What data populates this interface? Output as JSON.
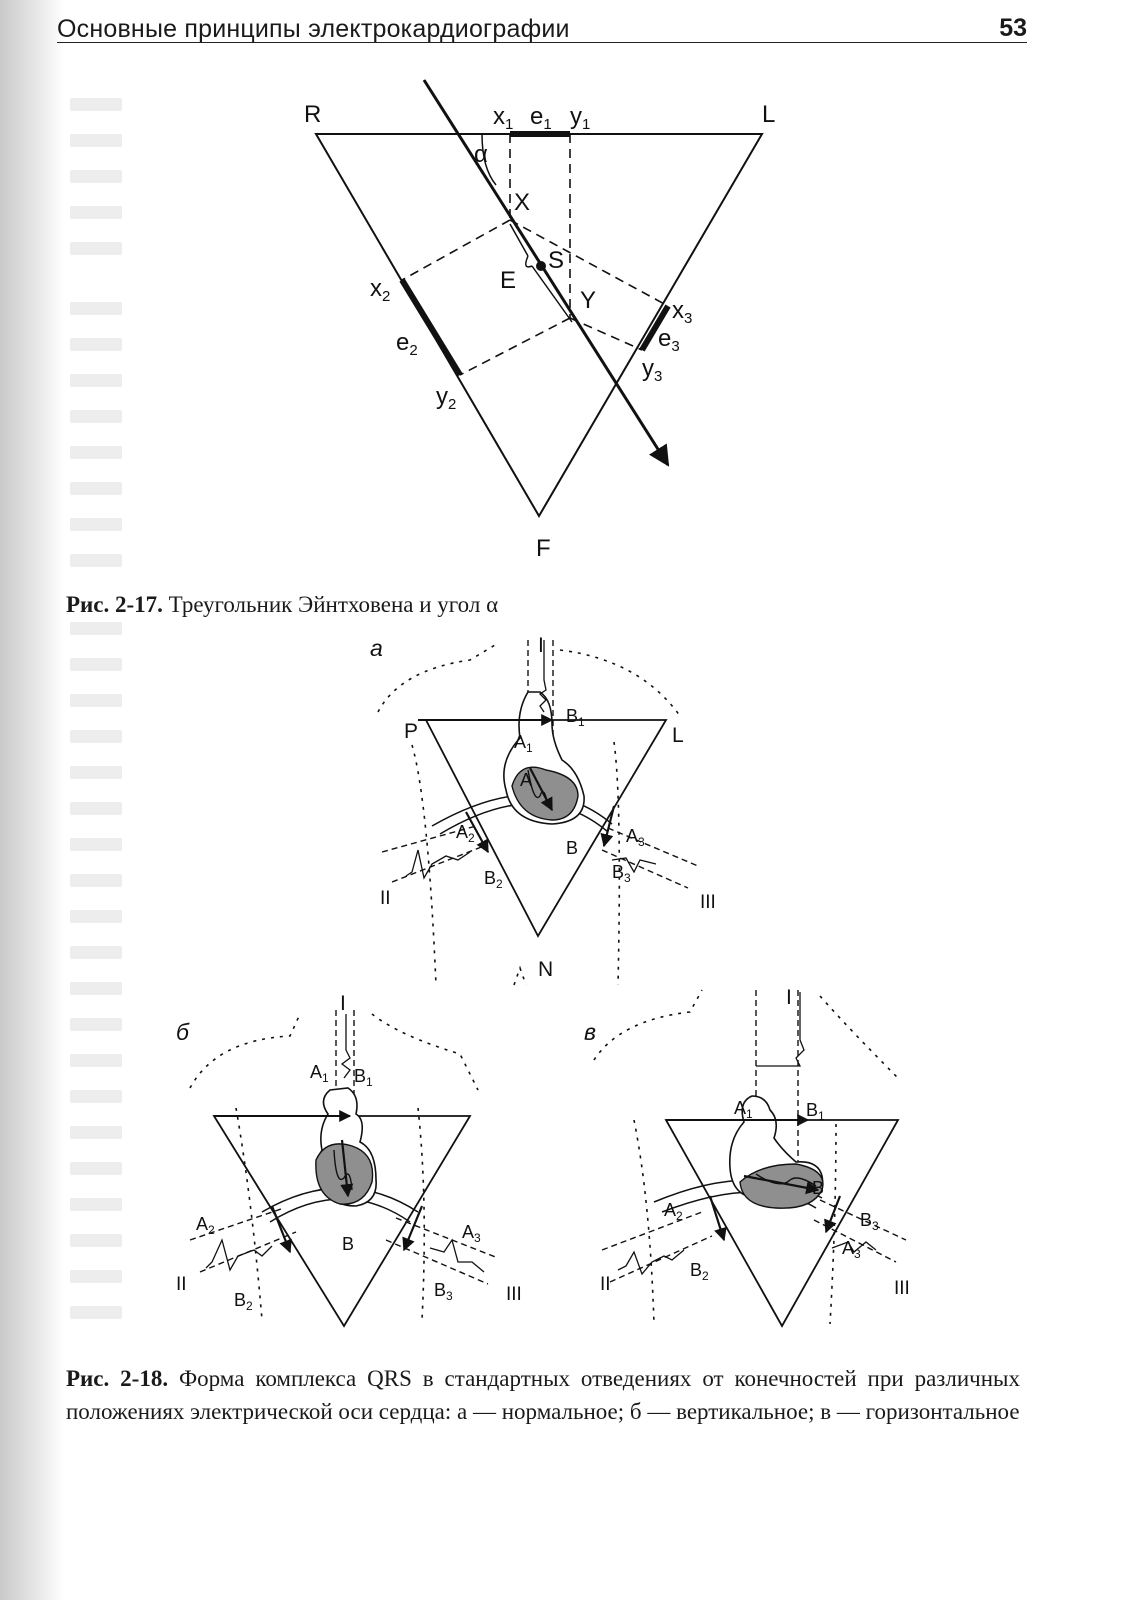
{
  "header": {
    "running_title": "Основные принципы электрокардиографии",
    "page_number": "53"
  },
  "fig17": {
    "labels": {
      "R": "R",
      "L": "L",
      "F": "F",
      "x1": "x",
      "e1": "e",
      "y1": "y",
      "sub1": "1",
      "alpha": "α",
      "X": "X",
      "S": "S",
      "E": "E",
      "Y": "Y",
      "x2": "x",
      "e2": "e",
      "y2": "y",
      "sub2": "2",
      "x3": "x",
      "e3": "e",
      "y3": "y",
      "sub3": "3"
    },
    "caption_number": "Рис. 2-17.",
    "caption_text": " Треугольник Эйнтховена и угол α"
  },
  "fig18": {
    "panel_a": {
      "letter": "а",
      "P": "P",
      "L": "L",
      "N": "N",
      "I": "I",
      "II": "II",
      "III": "III",
      "A": "A",
      "B": "B",
      "A1": "A",
      "B1": "B",
      "A2": "A",
      "B2": "B",
      "A3": "A",
      "B3": "B",
      "s1": "1",
      "s2": "2",
      "s3": "3"
    },
    "panel_b": {
      "letter": "б",
      "I": "I",
      "II": "II",
      "III": "III",
      "B": "B",
      "A1": "A",
      "B1": "B",
      "A2": "A",
      "B2": "B",
      "A3": "A",
      "B3": "B",
      "s1": "1",
      "s2": "2",
      "s3": "3"
    },
    "panel_v": {
      "letter": "в",
      "I": "I",
      "II": "II",
      "III": "III",
      "B": "B",
      "A1": "A",
      "B1": "B",
      "A2": "A",
      "B2": "B",
      "A3": "A",
      "B3": "B",
      "s1": "1",
      "s2": "2",
      "s3": "3"
    },
    "caption_number": "Рис. 2-18.",
    "caption_text": " Форма комплекса QRS в стандартных отведениях от конечностей при различных положениях электрической оси сердца: а — нормальное; б — вертикальное; в — горизонтальное"
  },
  "colors": {
    "heart_fill": "#8f8f8f",
    "ink": "#111111",
    "page_shadow": "#c9c9c9"
  }
}
